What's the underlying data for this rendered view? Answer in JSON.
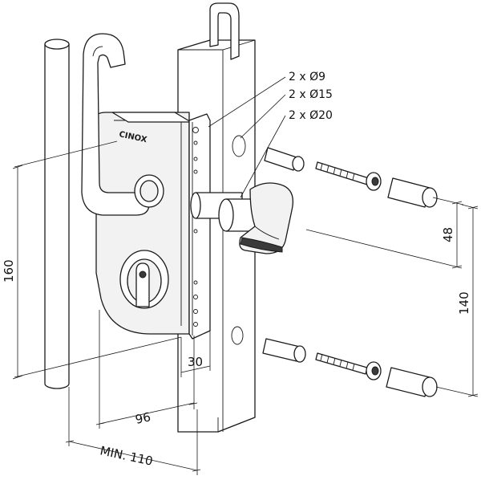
{
  "brand": {
    "logo_text": "CINOX"
  },
  "callouts": [
    {
      "id": "hole-9",
      "label": "2 x Ø9"
    },
    {
      "id": "hole-15",
      "label": "2 x Ø15"
    },
    {
      "id": "hole-20",
      "label": "2 x Ø20"
    }
  ],
  "dimensions": {
    "height_160": "160",
    "offset_48": "48",
    "spacing_140": "140",
    "width_30": "30",
    "backset_96": "96",
    "min_110": "MIN. 110"
  }
}
